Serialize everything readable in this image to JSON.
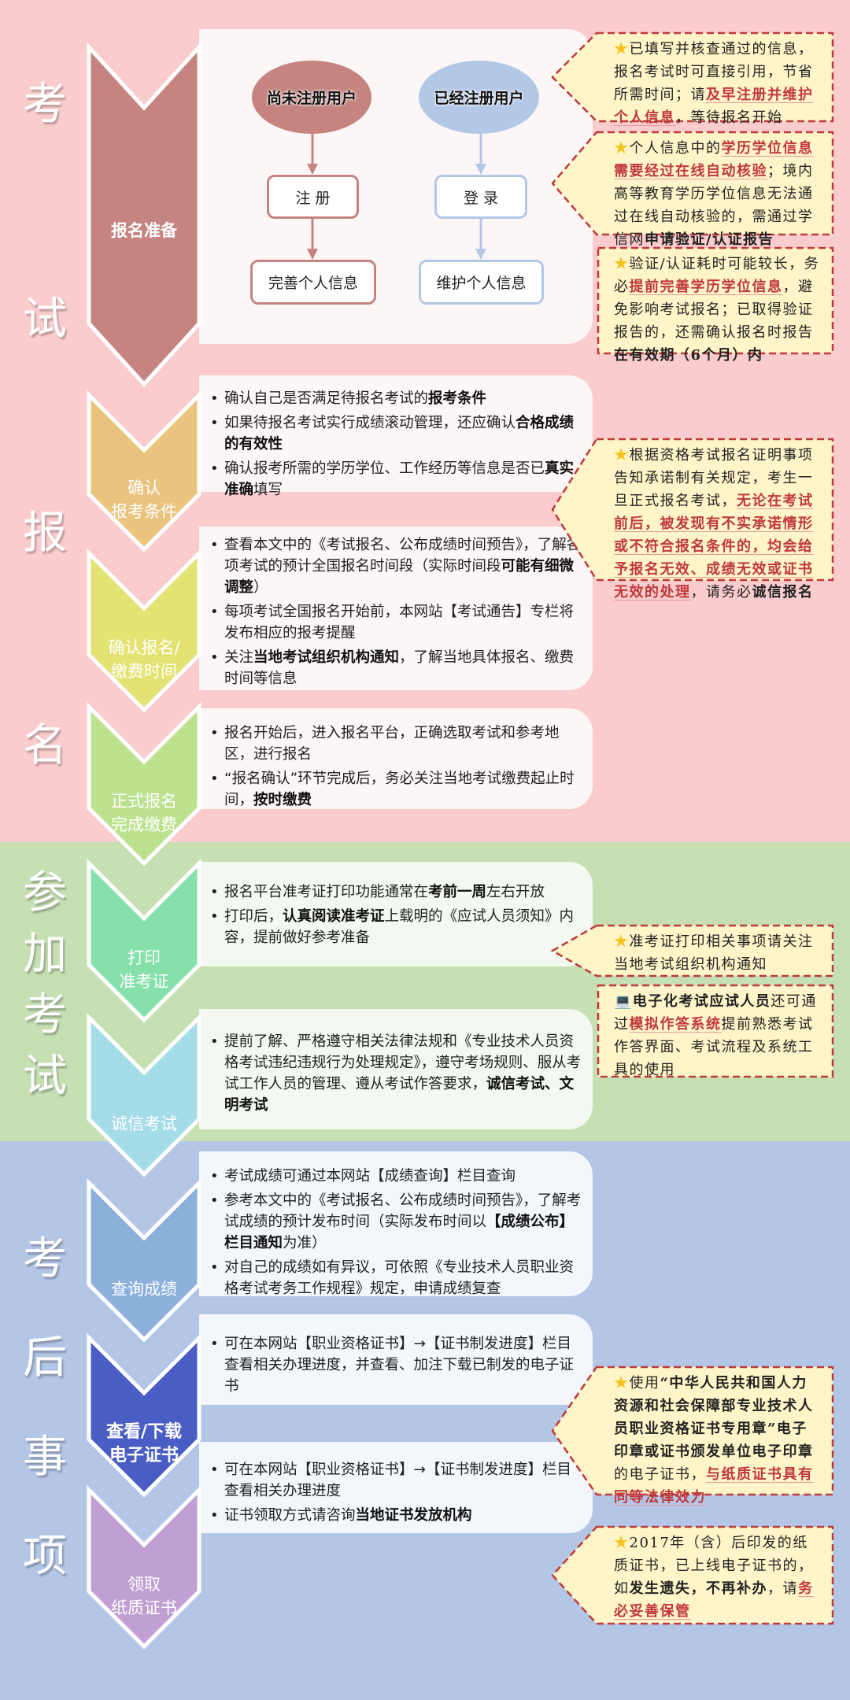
{
  "colors": {
    "pink_band": "#fbcccd",
    "green_band": "#c6e0b4",
    "blue_band": "#b4c6e6",
    "note_bg": "#fff5c8",
    "note_border": "#c0393b"
  },
  "phases": [
    {
      "chars": [
        "考",
        "试"
      ],
      "label": "考试"
    },
    {
      "chars": [
        "报",
        "名"
      ],
      "label": "报名"
    },
    {
      "chars": [
        "参",
        "加",
        "考",
        "试"
      ],
      "label": "参加考试"
    },
    {
      "chars": [
        "考",
        "后",
        "事",
        "项"
      ],
      "label": "考后事项"
    }
  ],
  "steps": [
    {
      "label_lines": [
        "报名准备"
      ],
      "color": "#c5847f"
    },
    {
      "label_lines": [
        "确认",
        "报考条件"
      ],
      "color": "#eac47f"
    },
    {
      "label_lines": [
        "确认报名/",
        "缴费时间"
      ],
      "color": "#e3e373"
    },
    {
      "label_lines": [
        "正式报名",
        "完成缴费"
      ],
      "color": "#bce290"
    },
    {
      "label_lines": [
        "打印",
        "准考证"
      ],
      "color": "#86e0aa"
    },
    {
      "label_lines": [
        "诚信考试"
      ],
      "color": "#a4dce8"
    },
    {
      "label_lines": [
        "查询成绩"
      ],
      "color": "#8cb0dc"
    },
    {
      "label_lines": [
        "查看/下载",
        "电子证书"
      ],
      "color": "#4a5dc4"
    },
    {
      "label_lines": [
        "领取",
        "纸质证书"
      ],
      "color": "#c0a0d2"
    }
  ],
  "flow": {
    "unregistered": {
      "start": "尚未注册用户",
      "step1": "注 册",
      "step2": "完善个人信息",
      "color": "#c5847f"
    },
    "registered": {
      "start": "已经注册用户",
      "step1": "登 录",
      "step2": "维护个人信息",
      "color": "#b3c7e7"
    }
  },
  "panels": {
    "confirm_conditions": [
      {
        "parts": [
          [
            "确认自己是否满足待报名考试的",
            false
          ],
          [
            "报考条件",
            true
          ]
        ]
      },
      {
        "parts": [
          [
            "如果待报名考试实行成绩滚动管理，还应确认",
            false
          ],
          [
            "合格成绩的有效性",
            true
          ]
        ]
      },
      {
        "parts": [
          [
            "确认报考所需的学历学位、工作经历等信息是否已",
            false
          ],
          [
            "真实准确",
            true
          ],
          [
            "填写",
            false
          ]
        ]
      }
    ],
    "confirm_time": [
      {
        "parts": [
          [
            "查看本文中的《考试报名、公布成绩时间预告》，了解各项考试的预计全国报名时间段（实际时间段",
            false
          ],
          [
            "可能有细微调整",
            true
          ],
          [
            "）",
            false
          ]
        ]
      },
      {
        "parts": [
          [
            "每项考试全国报名开始前，本网站【考试通告】专栏将发布相应的报考提醒",
            false
          ]
        ]
      },
      {
        "parts": [
          [
            "关注",
            false
          ],
          [
            "当地考试组织机构通知",
            true
          ],
          [
            "，了解当地具体报名、缴费时间等信息",
            false
          ]
        ]
      }
    ],
    "formal_registration": [
      {
        "parts": [
          [
            "报名开始后，进入报名平台，正确选取考试和参考地区，进行报名",
            false
          ]
        ]
      },
      {
        "parts": [
          [
            "“报名确认”环节完成后，务必关注当地考试缴费起止时间，",
            false
          ],
          [
            "按时缴费",
            true
          ]
        ]
      }
    ],
    "print_admission": [
      {
        "parts": [
          [
            "报名平台准考证打印功能通常在",
            false
          ],
          [
            "考前一周",
            true
          ],
          [
            "左右开放",
            false
          ]
        ]
      },
      {
        "parts": [
          [
            "打印后，",
            false
          ],
          [
            "认真阅读准考证",
            true
          ],
          [
            "上载明的《应试人员须知》内容，提前做好参考准备",
            false
          ]
        ]
      }
    ],
    "honest_exam": [
      {
        "parts": [
          [
            "提前了解、严格遵守相关法律法规和《专业技术人员资格考试违纪违规行为处理规定》，遵守考场规则、服从考试工作人员的管理、遵从考试作答要求，",
            false
          ],
          [
            "诚信考试、文明考试",
            true
          ]
        ]
      }
    ],
    "query_scores": [
      {
        "parts": [
          [
            "考试成绩可通过本网站【成绩查询】栏目查询",
            false
          ]
        ]
      },
      {
        "parts": [
          [
            "参考本文中的《考试报名、公布成绩时间预告》，了解考试成绩的预计发布时间（实际发布时间以",
            false
          ],
          [
            "【成绩公布】栏目通知",
            true
          ],
          [
            "为准）",
            false
          ]
        ]
      },
      {
        "parts": [
          [
            "对自己的成绩如有异议，可依照《专业技术人员职业资格考试考务工作规程》规定，申请成绩复查",
            false
          ]
        ]
      }
    ],
    "e_certificate": [
      {
        "parts": [
          [
            "可在本网站【职业资格证书】→【证书制发进度】栏目查看相关办理进度，并查看、加注下载已制发的电子证书",
            false
          ]
        ]
      }
    ],
    "paper_certificate": [
      {
        "parts": [
          [
            "可在本网站【职业资格证书】→【证书制发进度】栏目查看相关办理进度",
            false
          ]
        ]
      },
      {
        "parts": [
          [
            "证书领取方式请咨询",
            false
          ],
          [
            "当地证书发放机构",
            true
          ]
        ]
      }
    ]
  },
  "notes": [
    {
      "icon": "star-icon",
      "parts": [
        [
          "已填写并核查通过的信息，报名考试时可直接引用，节省所需时间；请",
          "n"
        ],
        [
          "及早注册并维护个人信息",
          "r"
        ],
        [
          "，等待报名开始",
          "n"
        ]
      ]
    },
    {
      "icon": "star-icon",
      "parts": [
        [
          "个人信息中的",
          "n"
        ],
        [
          "学历学位信息需要经过在线自动核验",
          "r"
        ],
        [
          "；境内高等教育学历学位信息无法通过在线自动核验的，需通过学信网",
          "n"
        ],
        [
          "申请验证/认证报告",
          "b"
        ]
      ]
    },
    {
      "icon": "star-icon",
      "parts": [
        [
          "验证/认证耗时可能较长，务必",
          "n"
        ],
        [
          "提前完善学历学位信息",
          "r"
        ],
        [
          "，避免影响考试报名；已取得验证报告的，还需确认报名时报告",
          "n"
        ],
        [
          "在有效期（6个月）内",
          "b"
        ]
      ]
    },
    {
      "icon": "star-icon",
      "parts": [
        [
          "根据资格考试报名证明事项告知承诺制有关规定，考生一旦正式报名考试，",
          "n"
        ],
        [
          "无论在考试前后，被发现有不实承诺情形或不符合报名条件的，均会给予报名无效、成绩无效或证书无效的处理",
          "r"
        ],
        [
          "，请务必",
          "n"
        ],
        [
          "诚信报名",
          "b"
        ]
      ]
    },
    {
      "icon": "star-icon",
      "parts": [
        [
          "准考证打印相关事项请关注当地考试组织机构通知",
          "n"
        ]
      ]
    },
    {
      "icon": "laptop-icon",
      "parts": [
        [
          "电子化考试应试人员",
          "b"
        ],
        [
          "还可通过",
          "n"
        ],
        [
          "模拟作答系统",
          "r"
        ],
        [
          "提前熟悉考试作答界面、考试流程及系统工具的使用",
          "n"
        ]
      ]
    },
    {
      "icon": "star-icon",
      "parts": [
        [
          "使用",
          "n"
        ],
        [
          "“中华人民共和国人力资源和社会保障部专业技术人员职业资格证书专用章”",
          "b"
        ],
        [
          "电子印章或证书颁发单位电子印章",
          "b"
        ],
        [
          "的电子证书，",
          "n"
        ],
        [
          "与纸质证书具有同等法律效力",
          "r"
        ]
      ]
    },
    {
      "icon": "star-icon",
      "parts": [
        [
          "2017年（含）后印发的纸质证书，已上线电子证书的，如",
          "n"
        ],
        [
          "发生遗失，不再补办",
          "b"
        ],
        [
          "，请",
          "n"
        ],
        [
          "务必妥善保管",
          "r"
        ]
      ]
    }
  ]
}
